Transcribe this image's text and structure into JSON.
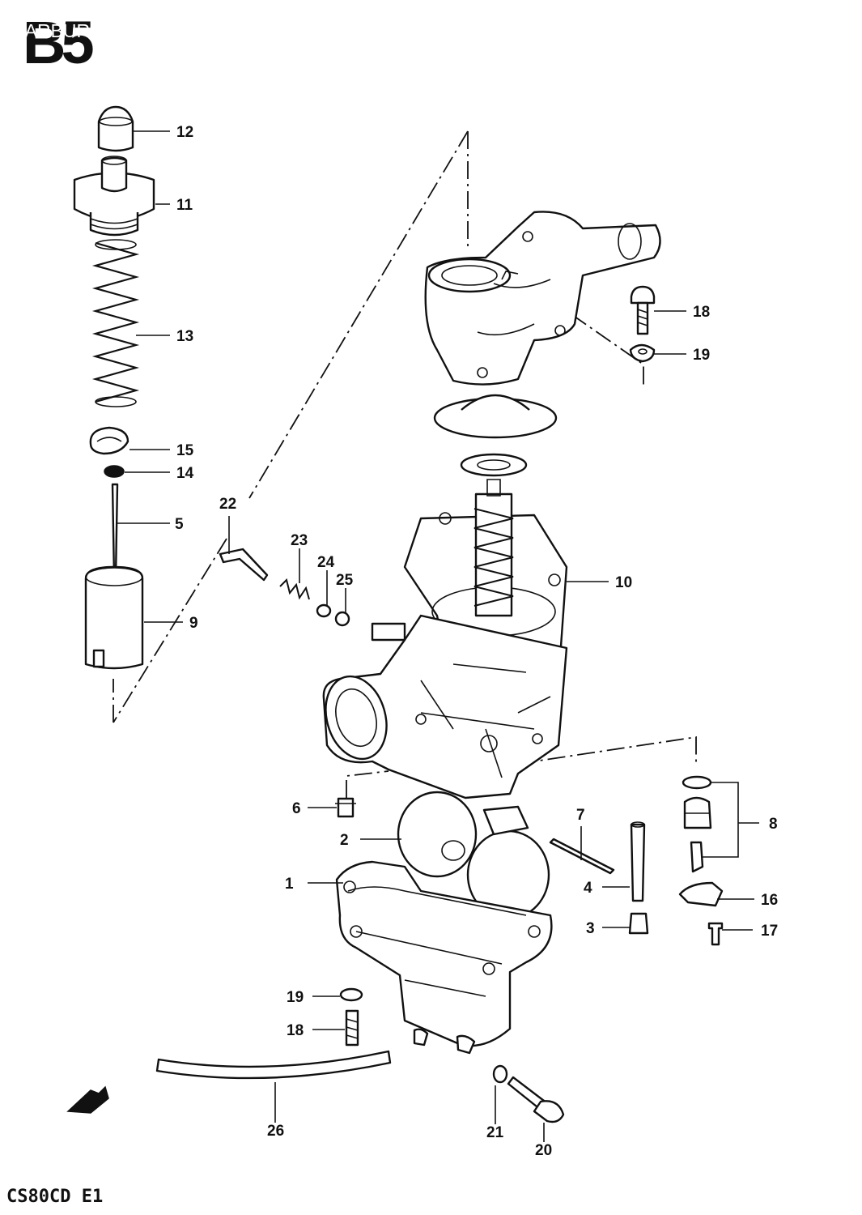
{
  "header": {
    "section_code": "B5",
    "title": "CARBURETOR"
  },
  "footer": {
    "model_code": "CS80CD E1"
  },
  "callouts": {
    "c1": "1",
    "c2": "2",
    "c3": "3",
    "c4": "4",
    "c5": "5",
    "c6": "6",
    "c7": "7",
    "c8": "8",
    "c9": "9",
    "c10": "10",
    "c11": "11",
    "c12": "12",
    "c13": "13",
    "c14": "14",
    "c15": "15",
    "c16": "16",
    "c17": "17",
    "c18a": "18",
    "c18b": "18",
    "c19a": "19",
    "c19b": "19",
    "c20": "20",
    "c21": "21",
    "c22": "22",
    "c23": "23",
    "c24": "24",
    "c25": "25",
    "c26": "26"
  },
  "icons": {
    "front_arrow": "front-direction-arrow-icon"
  }
}
